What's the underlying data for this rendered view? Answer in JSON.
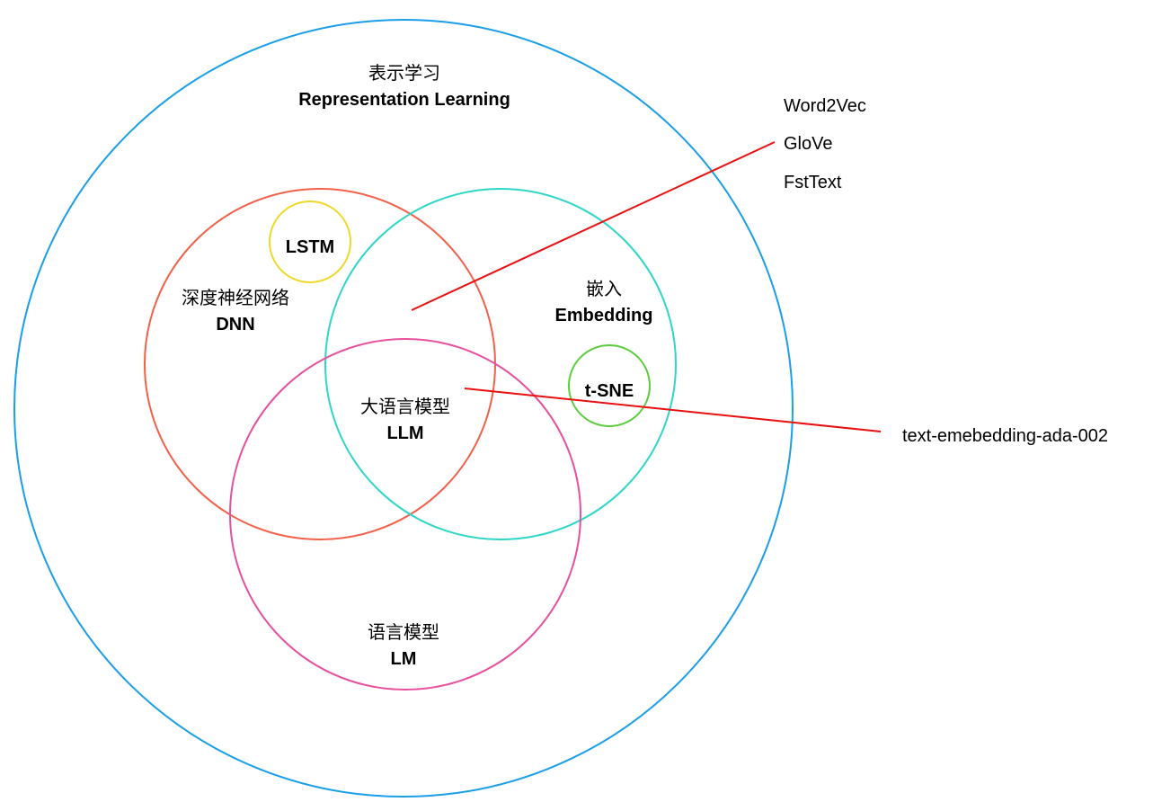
{
  "colors": {
    "representation": "#1a9ee8",
    "dnn": "#f2604a",
    "embedding": "#2ed6c8",
    "lm": "#e6509e",
    "lstm": "#f0d828",
    "tsne": "#5ccc3c",
    "connector": "#e81010",
    "text": "#000000",
    "background": "#ffffff"
  },
  "sets": {
    "representation": {
      "zh": "表示学习",
      "en": "Representation Learning"
    },
    "dnn": {
      "zh": "深度神经网络",
      "en": "DNN"
    },
    "embedding": {
      "zh": "嵌入",
      "en": "Embedding"
    },
    "lm": {
      "zh": "语言模型",
      "en": "LM"
    },
    "llm": {
      "zh": "大语言模型",
      "en": "LLM"
    },
    "lstm": {
      "en": "LSTM"
    },
    "tsne": {
      "en": "t-SNE"
    }
  },
  "word_embeddings": [
    "Word2Vec",
    "GloVe",
    "FstText"
  ],
  "ada_model": "text-emebedding-ada-002"
}
